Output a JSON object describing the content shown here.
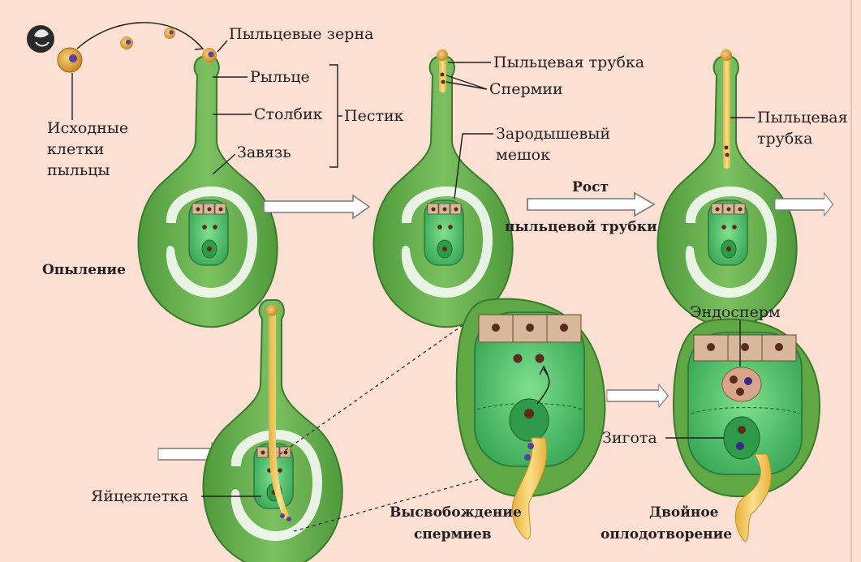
{
  "labels": {
    "pollen_grains": "Пыльцевые зерна",
    "stigma": "Рыльце",
    "style": "Столбик",
    "ovary": "Завязь",
    "pistil": "Пестик",
    "mother_cells": [
      "Исходные",
      "клетки",
      "пыльцы"
    ],
    "pollination": "Опыление",
    "pollen_tube": "Пыльцевая трубка",
    "sperm": "Спермии",
    "embryo_sac": [
      "Зародышевый",
      "мешок"
    ],
    "tube_growth": [
      "Рост",
      "пыльцевой трубки"
    ],
    "pollen_tube_stacked": [
      "Пыльцевая",
      "трубка"
    ],
    "egg_cell": "Яйцеклетка",
    "endosperm": "Эндосперм",
    "zygote": "Зигота",
    "sperm_release": [
      "Высвобождение",
      "спермиев"
    ],
    "double_fertilization": [
      "Двойное",
      "оплодотворение"
    ]
  },
  "colors": {
    "background": "#fbe0d3",
    "pistil": "#63a94a",
    "pistil_outline": "#3b7a2c",
    "embryo_sac": "#4fbf6b",
    "pollen_tube": "#f4c55f",
    "pollen_grain": "#e0a63a",
    "nucleus": "#5a2a1a",
    "endosperm_cell": "#d7a58c",
    "arrow_fill": "#ffffff"
  },
  "icons": [
    "bee-icon",
    "pollen-grain-icon",
    "arrow-right-icon"
  ]
}
